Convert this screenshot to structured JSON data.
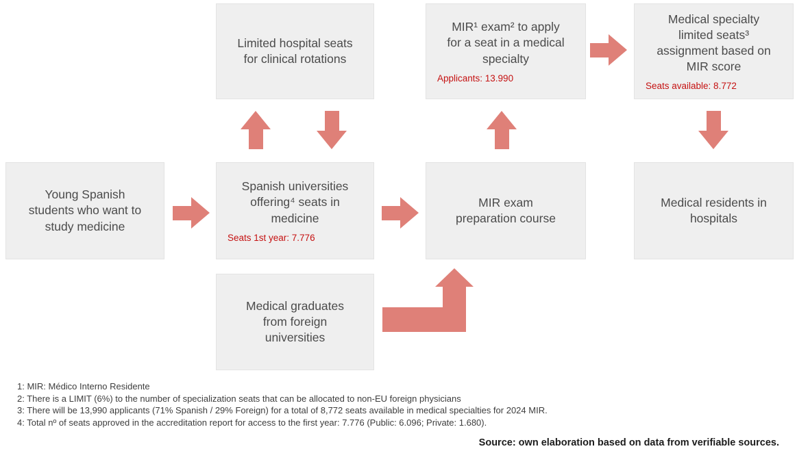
{
  "colors": {
    "box-bg": "#efefef",
    "box-border": "#e3e3e3",
    "box-text": "#4b4b4b",
    "stat-red": "#c51111",
    "arrow": "#df8078",
    "footnote-text": "#3d3d3d"
  },
  "icons": {
    "arrow_up": "css-triangle-up",
    "arrow_down": "css-triangle-down",
    "arrow_right": "css-triangle-right",
    "arrow_elbow_up": "svg-polygon-right-then-up"
  },
  "boxes": {
    "limited_hospital": {
      "text": "Limited hospital seats\nfor clinical rotations"
    },
    "mir_exam": {
      "text": "MIR¹ exam² to apply\nfor a seat in a medical\nspecialty",
      "stat": "Applicants: 13.990"
    },
    "specialty_seats": {
      "text": "Medical specialty\nlimited seats³\nassignment based on\nMIR score",
      "stat": "Seats available: 8.772"
    },
    "young_students": {
      "text": "Young Spanish\nstudents who want to\nstudy medicine"
    },
    "spanish_universities": {
      "text": "Spanish universities\noffering⁴ seats in\nmedicine",
      "stat": "Seats 1st year: 7.776"
    },
    "mir_prep": {
      "text": "MIR exam\npreparation course"
    },
    "residents": {
      "text": "Medical residents in\nhospitals"
    },
    "foreign_graduates": {
      "text": "Medical graduates\nfrom foreign\nuniversities"
    }
  },
  "footnotes": [
    "1: MIR: Médico Interno Residente",
    "2: There is a LIMIT (6%) to the number of specialization seats that can be allocated to non-EU foreign physicians",
    "3: There will be 13,990 applicants (71% Spanish / 29% Foreign) for a total of 8,772 seats available in medical specialties for 2024 MIR.",
    "4: Total nº of seats approved in the accreditation report for access to the first year: 7.776 (Public: 6.096; Private: 1.680)."
  ],
  "source": "Source: own elaboration based on data from verifiable sources."
}
